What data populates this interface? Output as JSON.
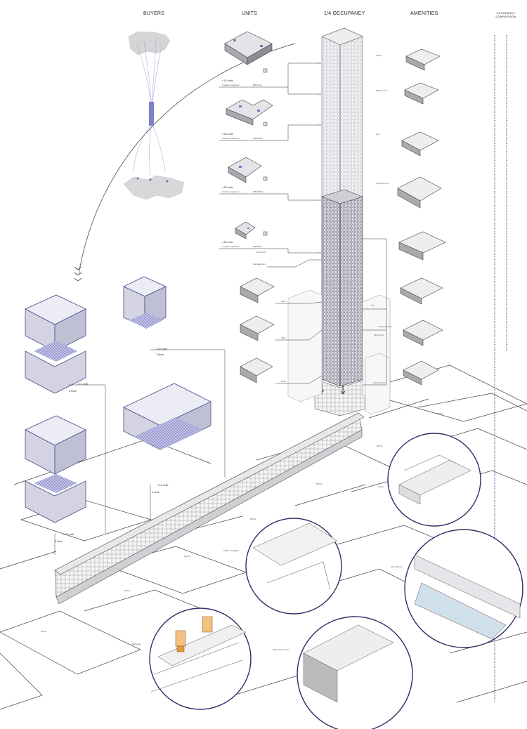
{
  "headers": {
    "buyers": "BUYERS",
    "units": "UNITS",
    "occupancy": "1/4 OCCUPANCY",
    "amenities": "AMENITIES",
    "occupancy_comparison": "OCCUPANCY COMPARISON"
  },
  "units": [
    {
      "count": "x 10 units",
      "desc": "3 bedroom apartment"
    },
    {
      "count": "x 28 units",
      "desc": "2 bedroom apartment"
    },
    {
      "count": "x 28 units",
      "desc": "2 bedroom apartment"
    },
    {
      "count": "x 36 units",
      "desc": "1 bedroom apartment"
    }
  ],
  "unit_price_labels": [
    "$50M units",
    "$30M-$40M",
    "$15M-$20M",
    "$5M-$10M",
    "Rental units"
  ],
  "occupancy_side": [
    "Staff apartment",
    "Hotel",
    "Office",
    "Retail"
  ],
  "amenities": [
    "Library",
    "Billiards room",
    "Gym",
    "Screening room",
    "Pool",
    "Conference room",
    "Dining room",
    "Lobby/residence"
  ],
  "dorm_units": [
    {
      "count": "x 25 units",
      "beds": "2 beds"
    },
    {
      "count": "x 10 units",
      "beds": "8 beds"
    },
    {
      "count": "x 16 units",
      "beds": "4 beds"
    },
    {
      "count": "x 22 units",
      "beds": "6 beds"
    }
  ],
  "streets": [
    "57th St",
    "56th St",
    "55th St",
    "54th St",
    "53rd St",
    "52nd St",
    "51st St"
  ],
  "bubbles": [
    "Library",
    "Station with gallery",
    "Pool and Gym",
    "Restaurant",
    "Performance Center"
  ],
  "colors": {
    "accent": "#4b4a8c",
    "accent_fill": "#8f8ed0",
    "orange": "#e49a3c",
    "line": "#333333"
  }
}
